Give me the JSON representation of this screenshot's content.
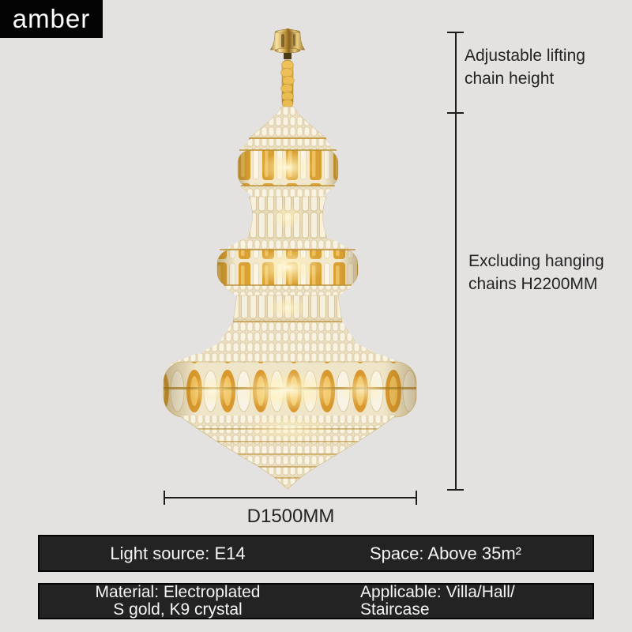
{
  "brand": {
    "name": "amber"
  },
  "annotations": {
    "lifting_chain": "Adjustable lifting\nchain height",
    "fixture_height": "Excluding hanging\nchains H2200MM",
    "diameter": "D1500MM"
  },
  "specs": {
    "light_source": "Light source: E14",
    "space": "Space: Above 35m²",
    "material": "Material: Electroplated\nS gold, K9 crystal",
    "applicable": "Applicable: Villa/Hall/\nStaircase"
  },
  "product": {
    "subject": "gold K9 crystal chandelier"
  },
  "colors": {
    "background": "#e3e2e0",
    "bar_background": "#232323",
    "bar_text": "#f5f5f5",
    "annotation_ink": "#242424",
    "amber_crystal": "#d8982d",
    "gold_metal": "#caa045",
    "clear_crystal": "#f6f0df"
  }
}
